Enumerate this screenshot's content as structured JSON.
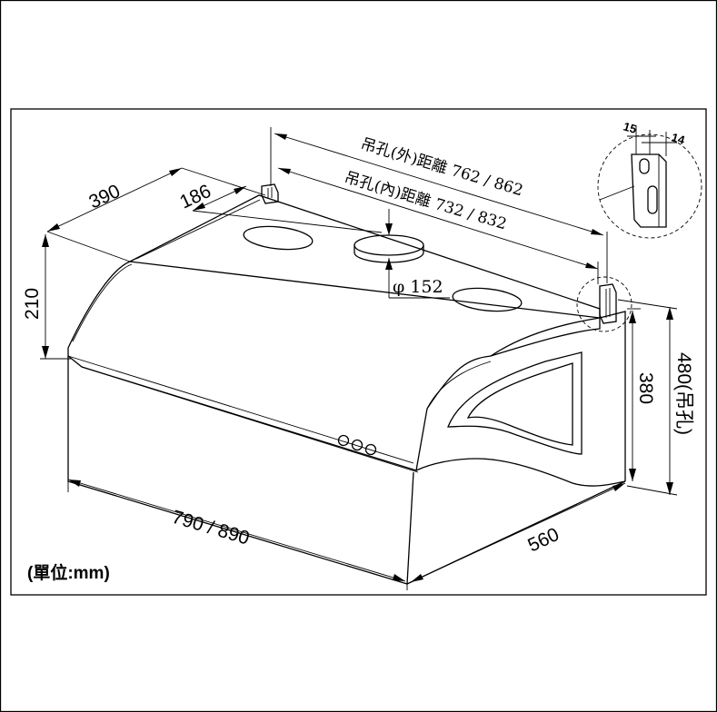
{
  "labels": {
    "hole_outer": "吊孔(外)距離 762 / 862",
    "hole_inner": "吊孔(內)距離 732 / 832",
    "depth_top": "390",
    "offset": "186",
    "height_front": "210",
    "duct_diameter": "φ 152",
    "height_side": "380",
    "height_total": "480(吊孔)",
    "width": "790 / 890",
    "depth": "560",
    "unit": "(單位:mm)",
    "detail_left": "15",
    "detail_right": "14"
  },
  "colors": {
    "line": "#000000",
    "background": "#ffffff"
  }
}
